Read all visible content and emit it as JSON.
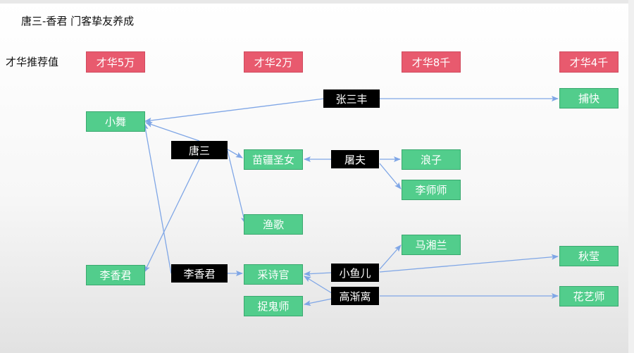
{
  "title": "唐三-香君 门客挚友养成",
  "row_label": "才华推荐值",
  "talent_tiers": [
    "才华5万",
    "才华2万",
    "才华8千",
    "才华4千"
  ],
  "owners": {
    "zhang_sanfeng": "张三丰",
    "tang_san": "唐三",
    "tu_fu": "屠夫",
    "li_xiangjun": "李香君",
    "xiao_yuer": "小鱼儿",
    "gao_jianli": "高渐离"
  },
  "characters": {
    "xiao_wu": "小舞",
    "li_xiangjun": "李香君",
    "miaojiang_shengnu": "苗疆圣女",
    "yu_ge": "渔歌",
    "cai_shiguan": "采诗官",
    "zhuogui_shi": "捉鬼师",
    "lang_zi": "浪子",
    "li_shishi": "李师师",
    "ma_xianglan": "马湘兰",
    "bu_kuai": "捕快",
    "qiu_ying": "秋莹",
    "hua_yishi": "花艺师"
  },
  "colors": {
    "talent": "#e85a6e",
    "character": "#52cd8c",
    "owner": "#000000",
    "link": "#7fa6e6"
  }
}
